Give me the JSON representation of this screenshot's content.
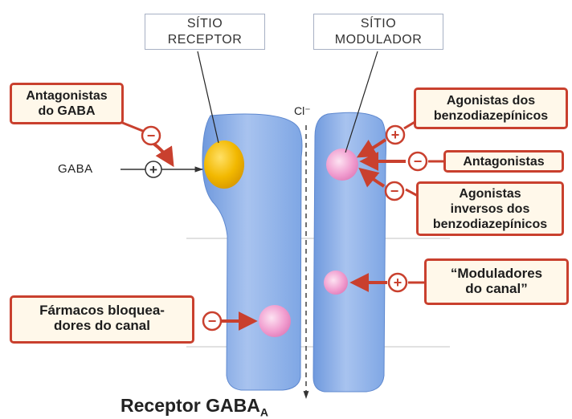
{
  "labels": {
    "receptor_site": "SÍTIO\nRECEPTOR",
    "modulator_site": "SÍTIO\nMODULADOR",
    "gaba_antagonists": "Antagonistas\ndo GABA",
    "gaba": "GABA",
    "chloride": "Cl⁻",
    "benzo_agonists": "Agonistas dos\nbenzodiazepínicos",
    "antagonists": "Antagonistas",
    "inverse_agonists": "Agonistas\ninversos dos\nbenzodiazepínicos",
    "channel_modulators": "“Moduladores\ndo canal”",
    "channel_blockers": "Fármacos bloquea-\ndores do canal",
    "caption": "Receptor GABA",
    "caption_sub": "A"
  },
  "signs": {
    "plus": "+",
    "minus": "−"
  },
  "colors": {
    "membrane_blue": "#7fa7e6",
    "membrane_light": "#c9daf7",
    "receptor_site": "#f2b800",
    "modulator_pink": "#f19fd0",
    "arrow_red": "#c9402e",
    "box_fill": "#fff8ea"
  }
}
